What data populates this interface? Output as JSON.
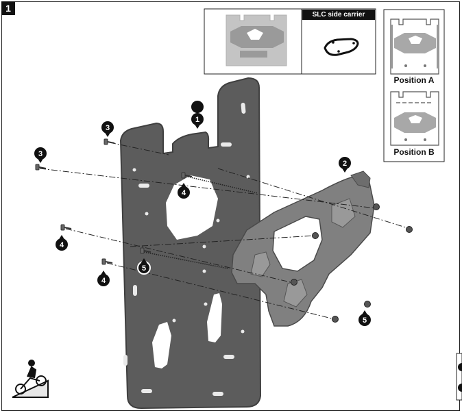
{
  "step_number": "1",
  "slc_inset": {
    "header": "SLC side carrier"
  },
  "positions": {
    "a_label": "Position A",
    "b_label": "Position B"
  },
  "callouts": [
    "1",
    "2",
    "3",
    "3",
    "4",
    "4",
    "4",
    "5",
    "5"
  ],
  "colors": {
    "plate": "#5c5c5c",
    "plate_edge": "#3f3f3f",
    "adapter": "#808080",
    "ink": "#111111",
    "badge": "#111111"
  },
  "icons": [
    "rider-motorcycle-icon"
  ]
}
